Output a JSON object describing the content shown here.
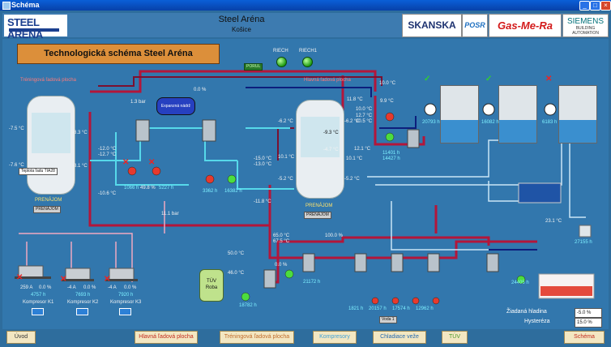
{
  "window": {
    "title": "Schéma"
  },
  "header": {
    "title": "Steel Aréna",
    "subtitle": "Košice",
    "logo_text": "STEEL ARÉNA",
    "sponsors": {
      "skanska": "SKANSKA",
      "posr": "POSR",
      "gas": "Gas-Me-Ra",
      "siemens": "SIEMENS",
      "siemens_sub": "BUILDING AUTOMATION"
    }
  },
  "banner": "Technologická schéma Steel Aréna",
  "switches": {
    "riech": "RIECH",
    "riech1": "RIECH1",
    "porul": "PORUL"
  },
  "tanks": {
    "left": {
      "label_top": "Tréningová ľadová plocha",
      "label_bottom": "PRENÁJOM",
      "btn": "PRENÁJOM"
    },
    "right": {
      "label_top": "Hlavná ľadová plocha",
      "label_bottom": "PRENÁJOM",
      "btn": "PRENÁJOM"
    },
    "tooltip": "Teplota ľadu TIA28"
  },
  "expansion_tank": "Expanzná nádrž",
  "readings": {
    "l1": "-7.5 °C",
    "l2": "-8.3 °C",
    "l3": "-7.6 °C",
    "l4": "-8.1 °C",
    "p1": "1.3 bar",
    "pct1": "0.0 %",
    "t1": "-12.0 °C",
    "t2": "-12.7 °C",
    "t3": "-10.6 °C",
    "h1": "1066 h",
    "h2": "49.8 %",
    "h3": "5227 h",
    "h4": "3362 h",
    "h5": "16382 h",
    "t4": "-15.0 °C",
    "t5": "-13.0 °C",
    "t6": "-11.8 °C",
    "r1": "-6.2 °C",
    "r2": "-9.3 °C",
    "r3": "-6.2 °C",
    "r4": "10.1 °C",
    "r5": "12.1 °C",
    "r6": "10.1 °C",
    "r7": "-5.2 °C",
    "r8": "-5.2 °C",
    "r9": "-4.7 °C",
    "c1": "11.8 °C",
    "c2": "10.0 °C",
    "c3": "12.7 °C",
    "c4": "10.5 °C",
    "c5": "10.0 °C",
    "c6": "9.9 °C",
    "h6": "11401 h",
    "h7": "14427 h",
    "ch1": "20793 h",
    "ch2": "16082 h",
    "ch3": "6183 h",
    "p2": "11.1 bar",
    "k1a": "259 A",
    "k1b": "0.0 %",
    "k2a": "-4 A",
    "k2b": "0.0 %",
    "k3a": "-4 A",
    "k3b": "0.0 %",
    "k1h": "4757 h",
    "k2h": "7693 h",
    "k3h": "7920 h",
    "v1": "50.0 °C",
    "v2": "46.0 °C",
    "v3": "18782 h",
    "v4": "65.0 °C",
    "v5": "67.5 °C",
    "v6": "0.0 %",
    "v7": "100.0 %",
    "v8": "21172 h",
    "v9": "1821 h",
    "v10": "20157 h",
    "v11": "17574 h",
    "v12": "12962 h",
    "v13": "24405 h",
    "v14": "23.1 °C",
    "v15": "27155 h",
    "vz": "Voda 1"
  },
  "compressors": [
    "Kompresor K1",
    "Kompresor K2",
    "Kompresor K3"
  ],
  "tuv_label": "TÚV\nRoba",
  "bottom_right": {
    "level_label": "Žiadaná hladina",
    "level_value": "-5.0 %",
    "hyst_label": "Hysteréza",
    "hyst_value": "15.0 %"
  },
  "nav": {
    "uvod": "Úvod",
    "hlavna": "Hlavná ľadová plocha",
    "treningova": "Tréningová ľadová plocha",
    "kompresory": "Kompresory",
    "chladiace": "Chladiace veže",
    "tuv": "TÚV",
    "schema": "Schéma"
  },
  "colors": {
    "bg": "#3277ad",
    "hot": "#b3163a",
    "cold": "#56d9ea",
    "banner": "#dc8f3a"
  }
}
